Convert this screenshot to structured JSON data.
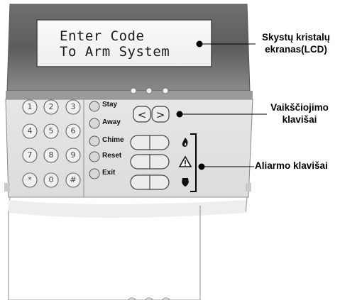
{
  "lcd": {
    "line1": "Enter Code",
    "line2": "To Arm System"
  },
  "callouts": {
    "lcd": [
      "Skystų kristalų",
      "ekranas(LCD)"
    ],
    "navigation": [
      "Vaikščiojimo",
      "klavišai"
    ],
    "alarm": "Aliarmo klavišai"
  },
  "function_keys": [
    "Stay",
    "Away",
    "Chime",
    "Reset",
    "Exit"
  ],
  "keypad": [
    "1",
    "2",
    "3",
    "4",
    "5",
    "6",
    "7",
    "8",
    "9",
    "*",
    "0",
    "#"
  ],
  "nav_keys": [
    "<",
    ">"
  ],
  "alarm_icons": [
    "fire-icon",
    "warning-triangle-icon",
    "police-shield-icon"
  ]
}
